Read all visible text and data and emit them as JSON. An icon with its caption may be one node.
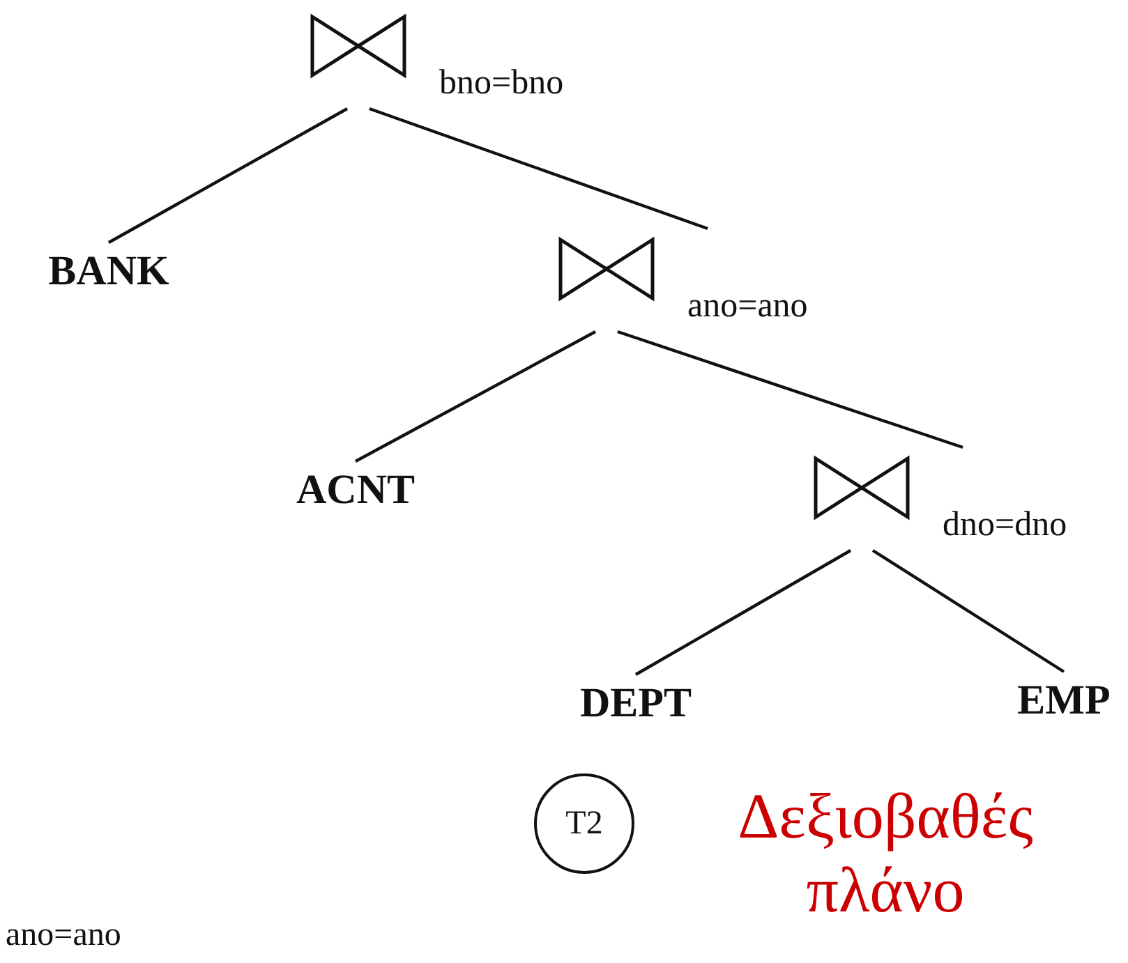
{
  "diagram": {
    "nodes": [
      {
        "text": [],
        "shape": "bowtie",
        "beside": [
          "bno=bno"
        ]
      },
      {
        "text": [
          "BANK"
        ]
      },
      {
        "text": [],
        "shape": "bowtie",
        "beside": [
          "ano=ano"
        ]
      },
      {
        "text": [
          "ACNT"
        ]
      },
      {
        "text": [],
        "shape": "bowtie",
        "beside": [
          "dno=dno"
        ]
      },
      {
        "text": [
          "DEPT"
        ]
      },
      {
        "text": [
          "EMP"
        ]
      },
      {
        "text": [
          "T2"
        ]
      }
    ],
    "edges": [
      {
        "from": 0,
        "to": 1,
        "arrow": "none"
      },
      {
        "from": 0,
        "to": 2,
        "arrow": "none"
      },
      {
        "from": 2,
        "to": 3,
        "arrow": "none"
      },
      {
        "from": 2,
        "to": 4,
        "arrow": "none"
      },
      {
        "from": 4,
        "to": 5,
        "arrow": "none"
      },
      {
        "from": 4,
        "to": 6,
        "arrow": "none"
      }
    ],
    "labels": [
      "Δεξιοβαθές πλάνο",
      "ano=ano"
    ]
  }
}
